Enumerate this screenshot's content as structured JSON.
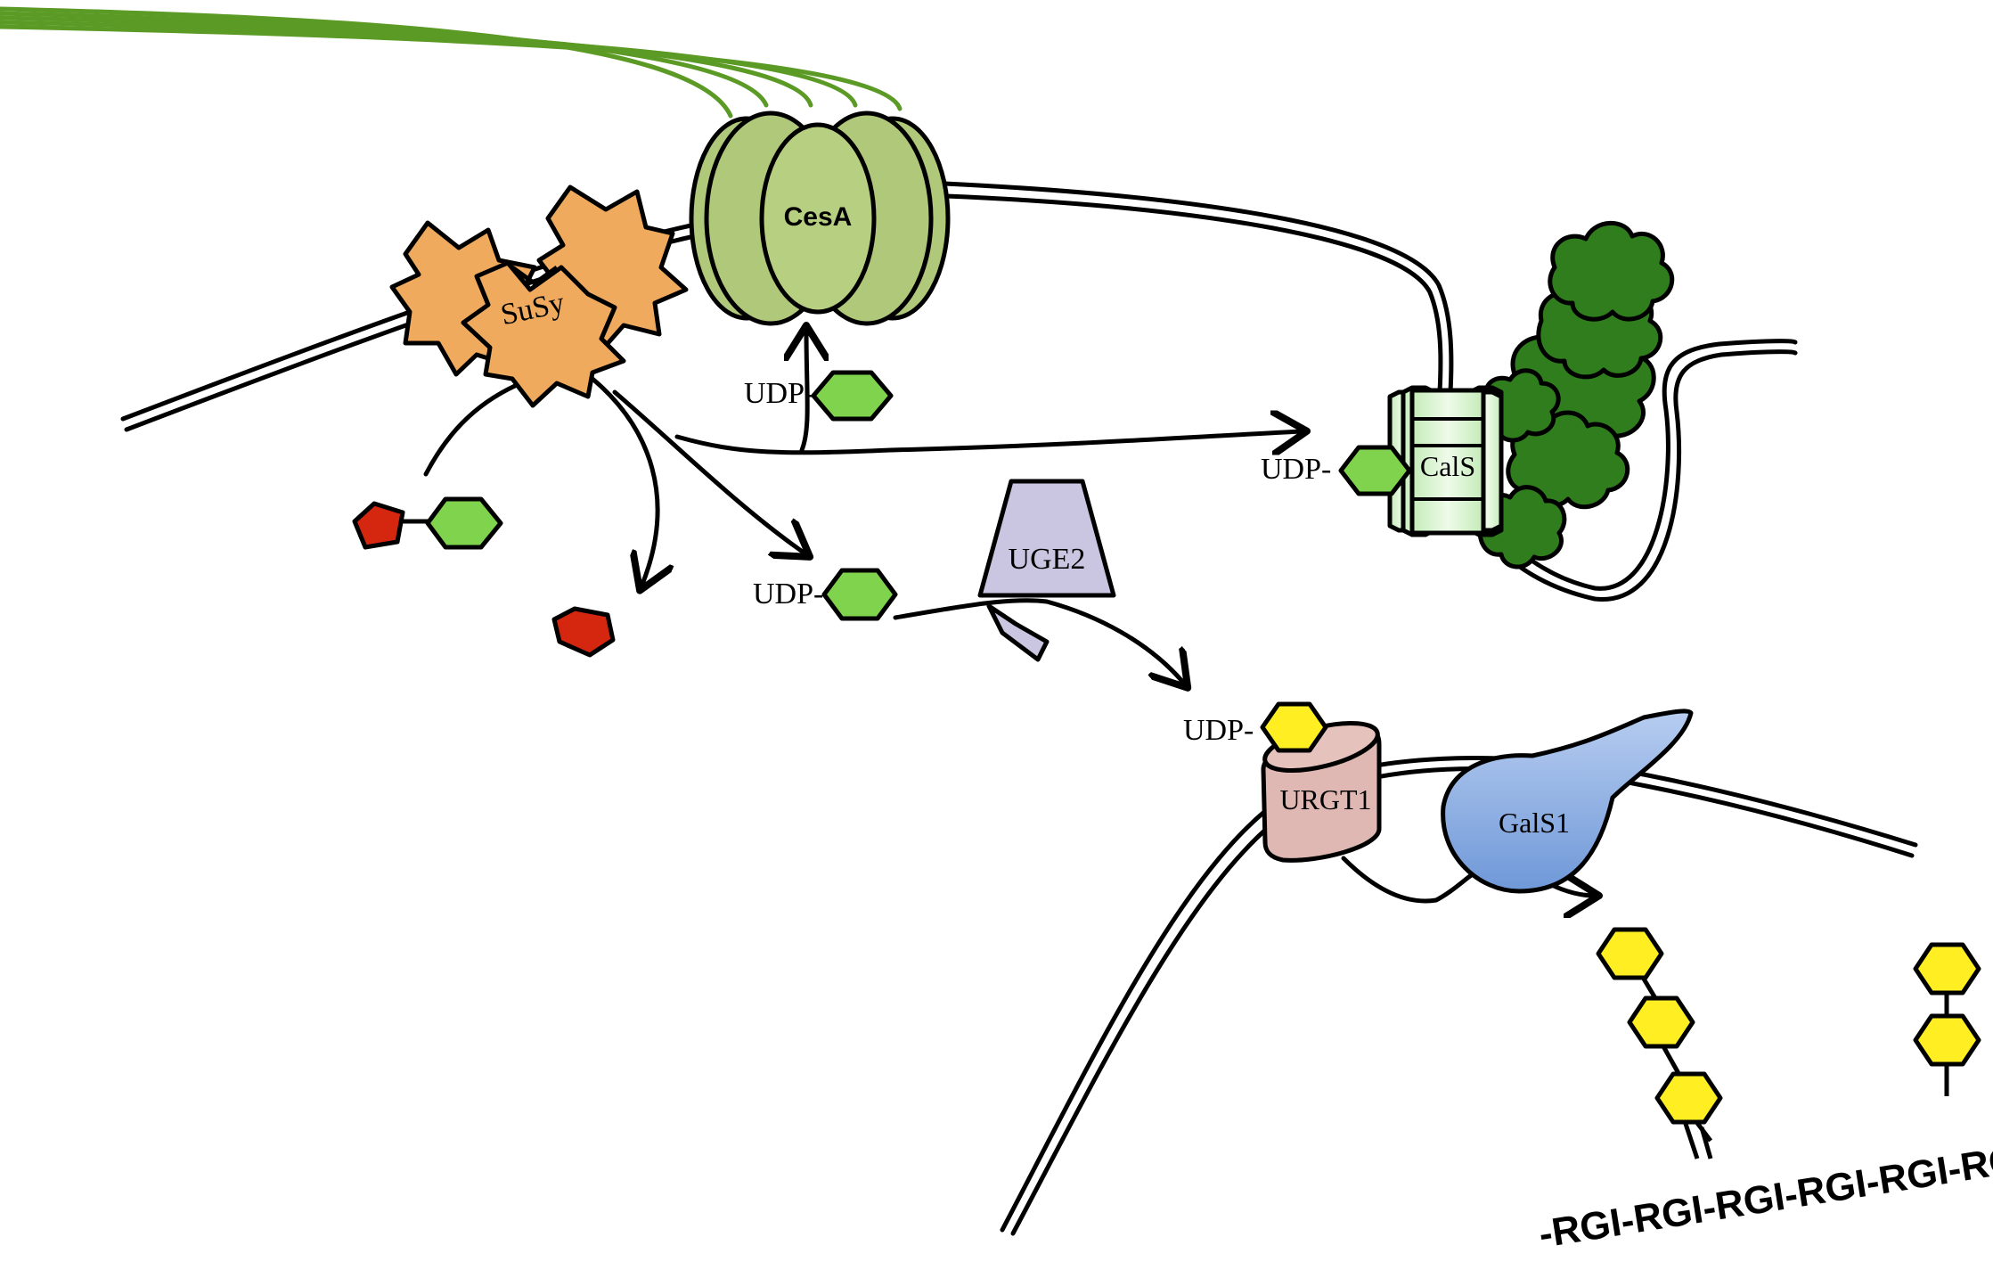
{
  "labels": {
    "cesa": "CesA",
    "susy": "SuSy",
    "cals": "CalS",
    "uge2": "UGE2",
    "urgt1": "URGT1",
    "gals1": "GalS1",
    "udp": "UDP-",
    "rgi_chain": "-RGI-RGI-RGI-RGI-RGI-RGI-"
  },
  "colors": {
    "cellulose_fibril": "#5a9a25",
    "cesa_fill": "#afc87a",
    "susy_fill": "#efaa5e",
    "cals_fill": "#dff5d5",
    "callose_fill": "#2f7d1d",
    "uge2_fill": "#cac6e1",
    "urgt1_fill": "#dfb7b3",
    "gals1_fill": "#8fb2e3",
    "glucose_fill": "#7fd34d",
    "fructose_fill": "#d5260f",
    "galactose_fill": "#ffef22"
  },
  "icons": {
    "glucose": "green-hexagon",
    "fructose": "red-pentagon",
    "galactose": "yellow-hexagon"
  }
}
